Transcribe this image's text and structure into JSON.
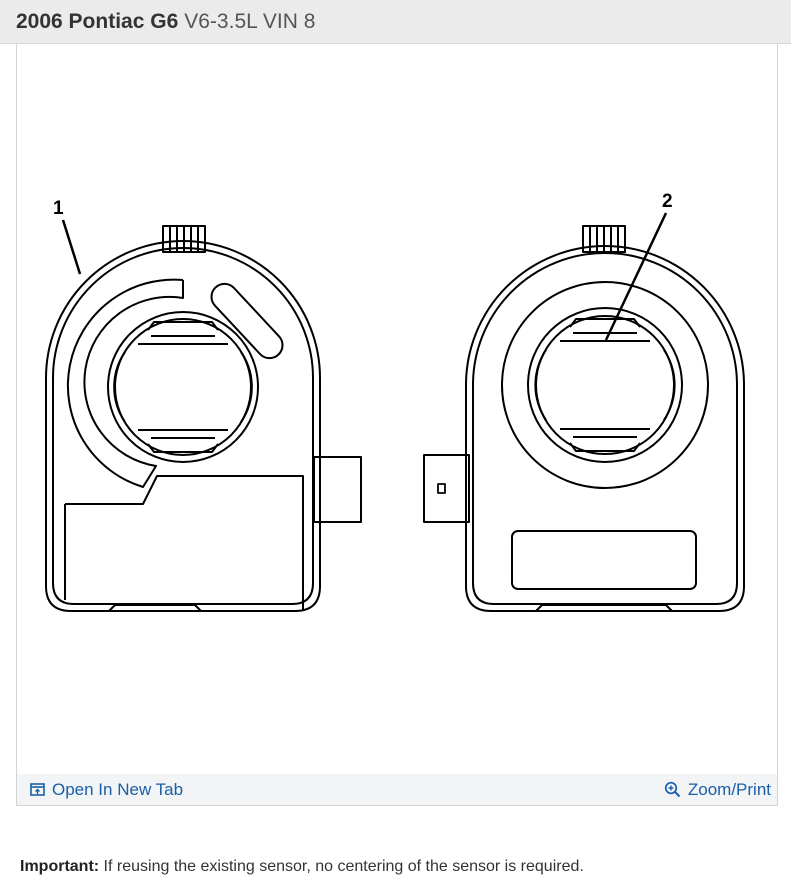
{
  "header": {
    "vehicle": "2006 Pontiac G6",
    "engine": "V6-3.5L VIN 8"
  },
  "figure": {
    "callouts": [
      "1",
      "2"
    ],
    "toolbar": {
      "open_tab_label": "Open In New Tab",
      "zoom_label": "Zoom/Print"
    },
    "line_color": "#000000"
  },
  "note": {
    "label": "Important:",
    "text": " If reusing the existing sensor, no centering of the sensor is required."
  },
  "colors": {
    "link": "#1a5fa8",
    "header_bg": "#ebebeb",
    "toolbar_bg": "#f2f4f6"
  }
}
